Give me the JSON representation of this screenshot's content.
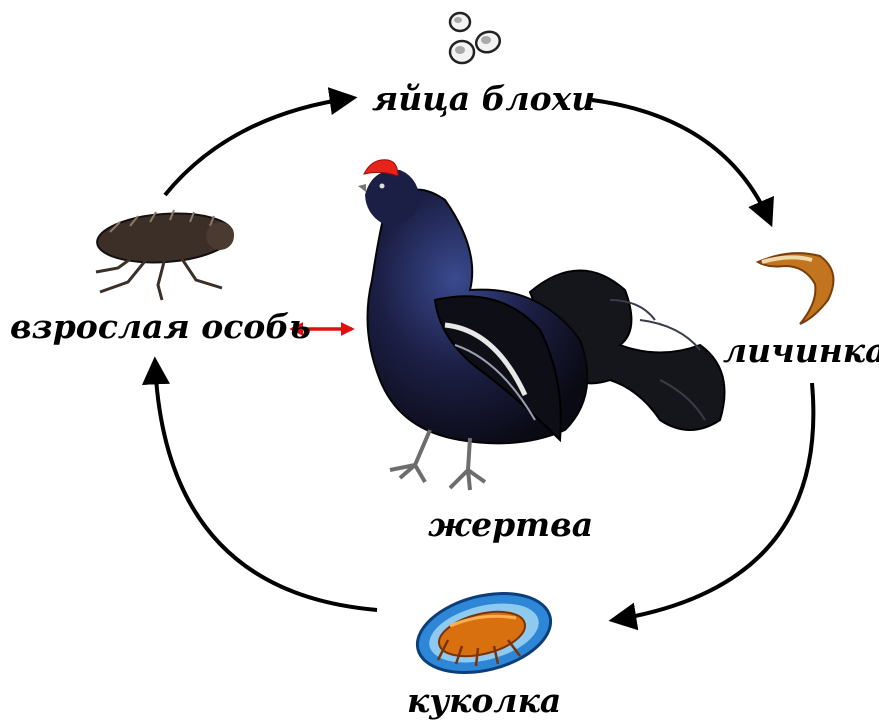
{
  "labels": {
    "eggs": "яйца блохи",
    "larva": "личинка",
    "pupa": "куколка",
    "adult": "взрослая особь",
    "prey": "жертва"
  },
  "colors": {
    "arrow": "#000000",
    "prey_arrow": "#e01010",
    "bird_body": "#1c1f45",
    "bird_comb": "#e8231c",
    "larva": "#c2741f",
    "pupa_shell": "#2e86d6",
    "pupa_body": "#d9700f"
  },
  "icons": {
    "eggs": "flea-eggs-icon",
    "larva": "larva-icon",
    "pupa": "pupa-icon",
    "adult": "adult-flea-icon",
    "prey": "black-grouse-icon"
  }
}
